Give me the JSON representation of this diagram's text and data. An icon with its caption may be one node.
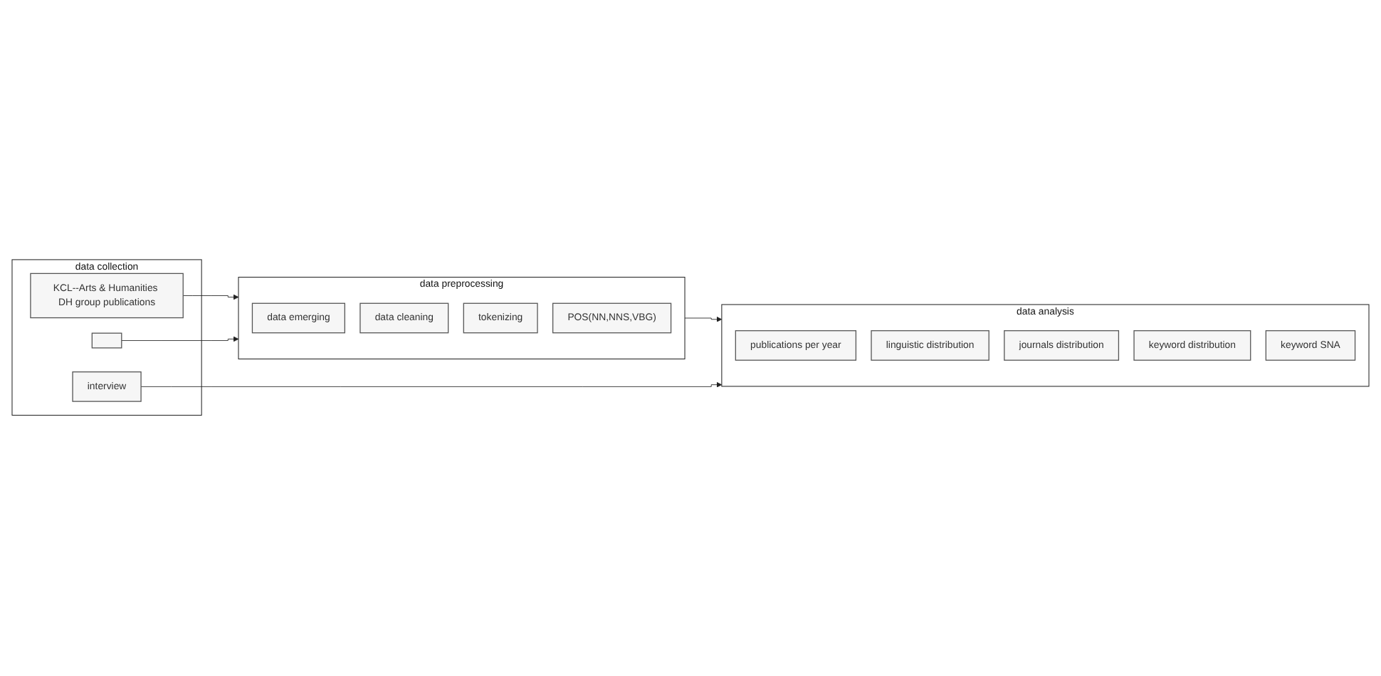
{
  "diagram": {
    "nodes": [
      {
        "text": [
          "data collection"
        ]
      },
      {
        "text": [
          "KCL--Arts & Humanities DH group publications"
        ],
        "in": 0
      },
      {
        "text": [],
        "shape": "box",
        "in": 0
      },
      {
        "text": [
          "interview"
        ],
        "in": 0
      },
      {
        "text": [
          "data preprocessing"
        ]
      },
      {
        "text": [
          "data emerging"
        ],
        "in": 4
      },
      {
        "text": [
          "data cleaning"
        ],
        "in": 4
      },
      {
        "text": [
          "tokenizing"
        ],
        "in": 4
      },
      {
        "text": [
          "POS(NN,NNS,VBG)"
        ],
        "in": 4
      },
      {
        "text": [
          "data analysis"
        ]
      },
      {
        "text": [
          "publications per year"
        ],
        "in": 9
      },
      {
        "text": [
          "linguistic distribution"
        ],
        "in": 9
      },
      {
        "text": [
          "journals distribution"
        ],
        "in": 9
      },
      {
        "text": [
          "keyword distribution"
        ],
        "in": 9
      },
      {
        "text": [
          "keyword SNA"
        ],
        "in": 9
      }
    ],
    "edges": [
      {
        "from": 1,
        "to": 4,
        "arrow": "to"
      },
      {
        "from": 2,
        "to": 4,
        "arrow": "to"
      },
      {
        "from": 4,
        "to": 9,
        "arrow": "to"
      },
      {
        "from": 3,
        "to": 9,
        "arrow": "to"
      }
    ]
  }
}
